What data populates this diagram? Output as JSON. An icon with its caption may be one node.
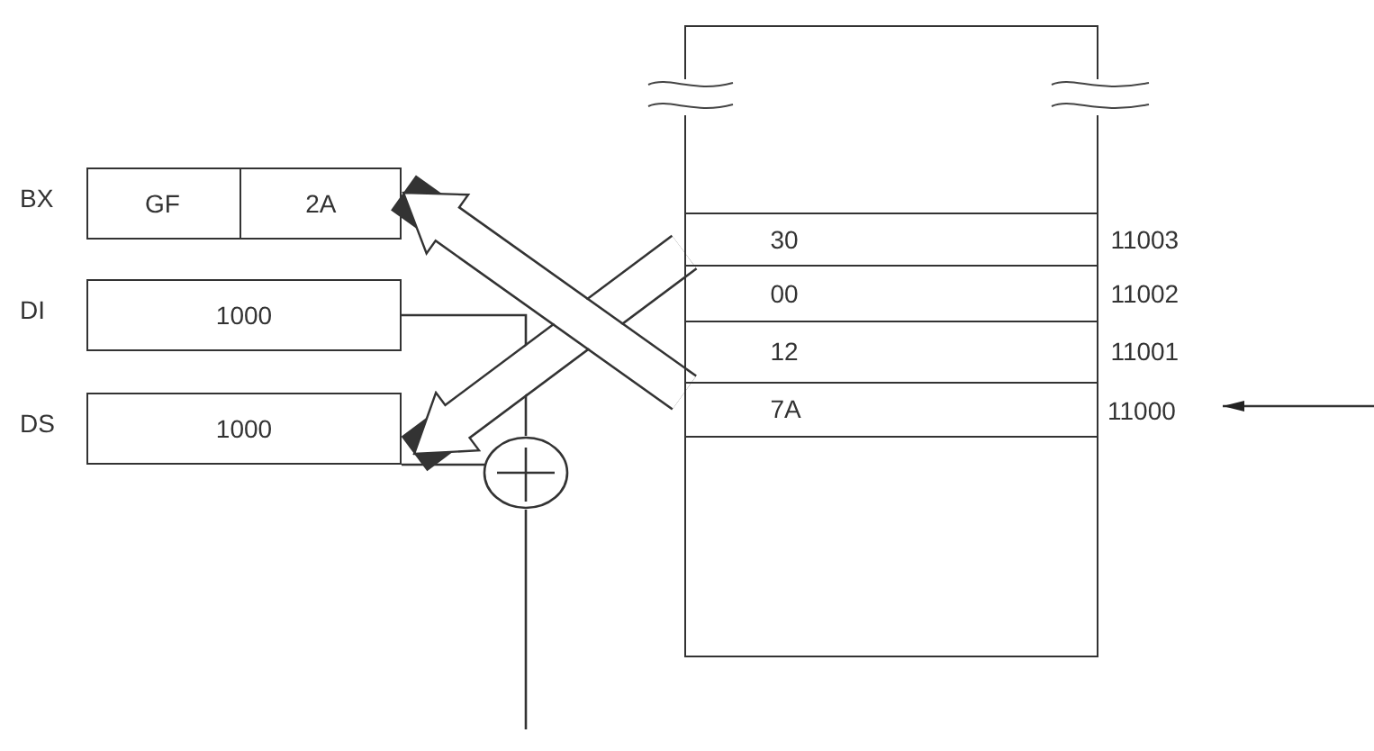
{
  "diagram": {
    "nodes": [
      {
        "text": [
          "BX"
        ]
      },
      {
        "text": [
          "GF"
        ],
        "in": 0
      },
      {
        "text": [
          "2A"
        ],
        "in": 0
      },
      {
        "text": [
          "DI",
          "1000"
        ]
      },
      {
        "text": [
          "DS",
          "1000"
        ]
      },
      {
        "text": [],
        "shape": "circle"
      },
      {
        "text": [],
        "shape": "box"
      },
      {
        "text": [
          "30"
        ],
        "in": 6,
        "beside": [
          "11003"
        ]
      },
      {
        "text": [
          "00"
        ],
        "in": 6,
        "beside": [
          "11002"
        ]
      },
      {
        "text": [
          "12"
        ],
        "in": 6,
        "beside": [
          "11001"
        ]
      },
      {
        "text": [
          "7A"
        ],
        "in": 6
      },
      {
        "text": [
          "11000"
        ]
      }
    ],
    "edges": [
      {
        "from": 3,
        "to": 5,
        "arrow": "none"
      },
      {
        "from": 4,
        "to": 5,
        "arrow": "none"
      },
      {
        "from": 5,
        "to": null,
        "arrow": "none"
      },
      {
        "from": 10,
        "to": 0,
        "arrow": "to",
        "style": "thick"
      },
      {
        "from": 7,
        "to": 4,
        "arrow": "to",
        "style": "thick"
      },
      {
        "from": null,
        "to": 11,
        "arrow": "to"
      }
    ]
  }
}
